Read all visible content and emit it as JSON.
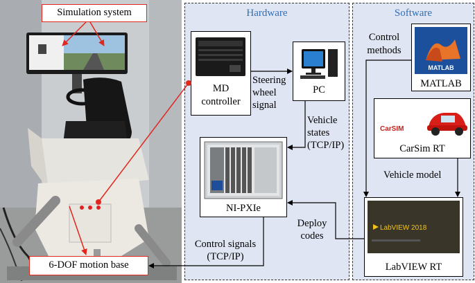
{
  "photo": {
    "label_simulation": "Simulation system",
    "label_motion_base": "6-DOF motion base"
  },
  "hardware": {
    "title": "Hardware",
    "md_controller": "MD\ncontroller",
    "pc": "PC",
    "ni_pxie": "NI-PXIe",
    "steering_signal": "Steering\nwheel\nsignal",
    "vehicle_states": "Vehicle\nstates\n(TCP/IP)",
    "control_signals": "Control signals\n(TCP/IP)"
  },
  "software": {
    "title": "Software",
    "control_methods": "Control\nmethods",
    "matlab": "MATLAB",
    "matlab_logo_text": "MATLAB",
    "carsim_rt": "CarSim RT",
    "carsim_logo_text": "CarSIM",
    "vehicle_model": "Vehicle model",
    "deploy_codes": "Deploy\ncodes",
    "labview_rt": "LabVIEW RT",
    "labview_logo_text": "LabVIEW 2018"
  },
  "colors": {
    "panel_bg": "#dfe5f3",
    "title_blue": "#2e6fb8",
    "red": "#e0261d",
    "matlab_blue": "#1c4f9c",
    "labview_yellow": "#f6c318"
  }
}
